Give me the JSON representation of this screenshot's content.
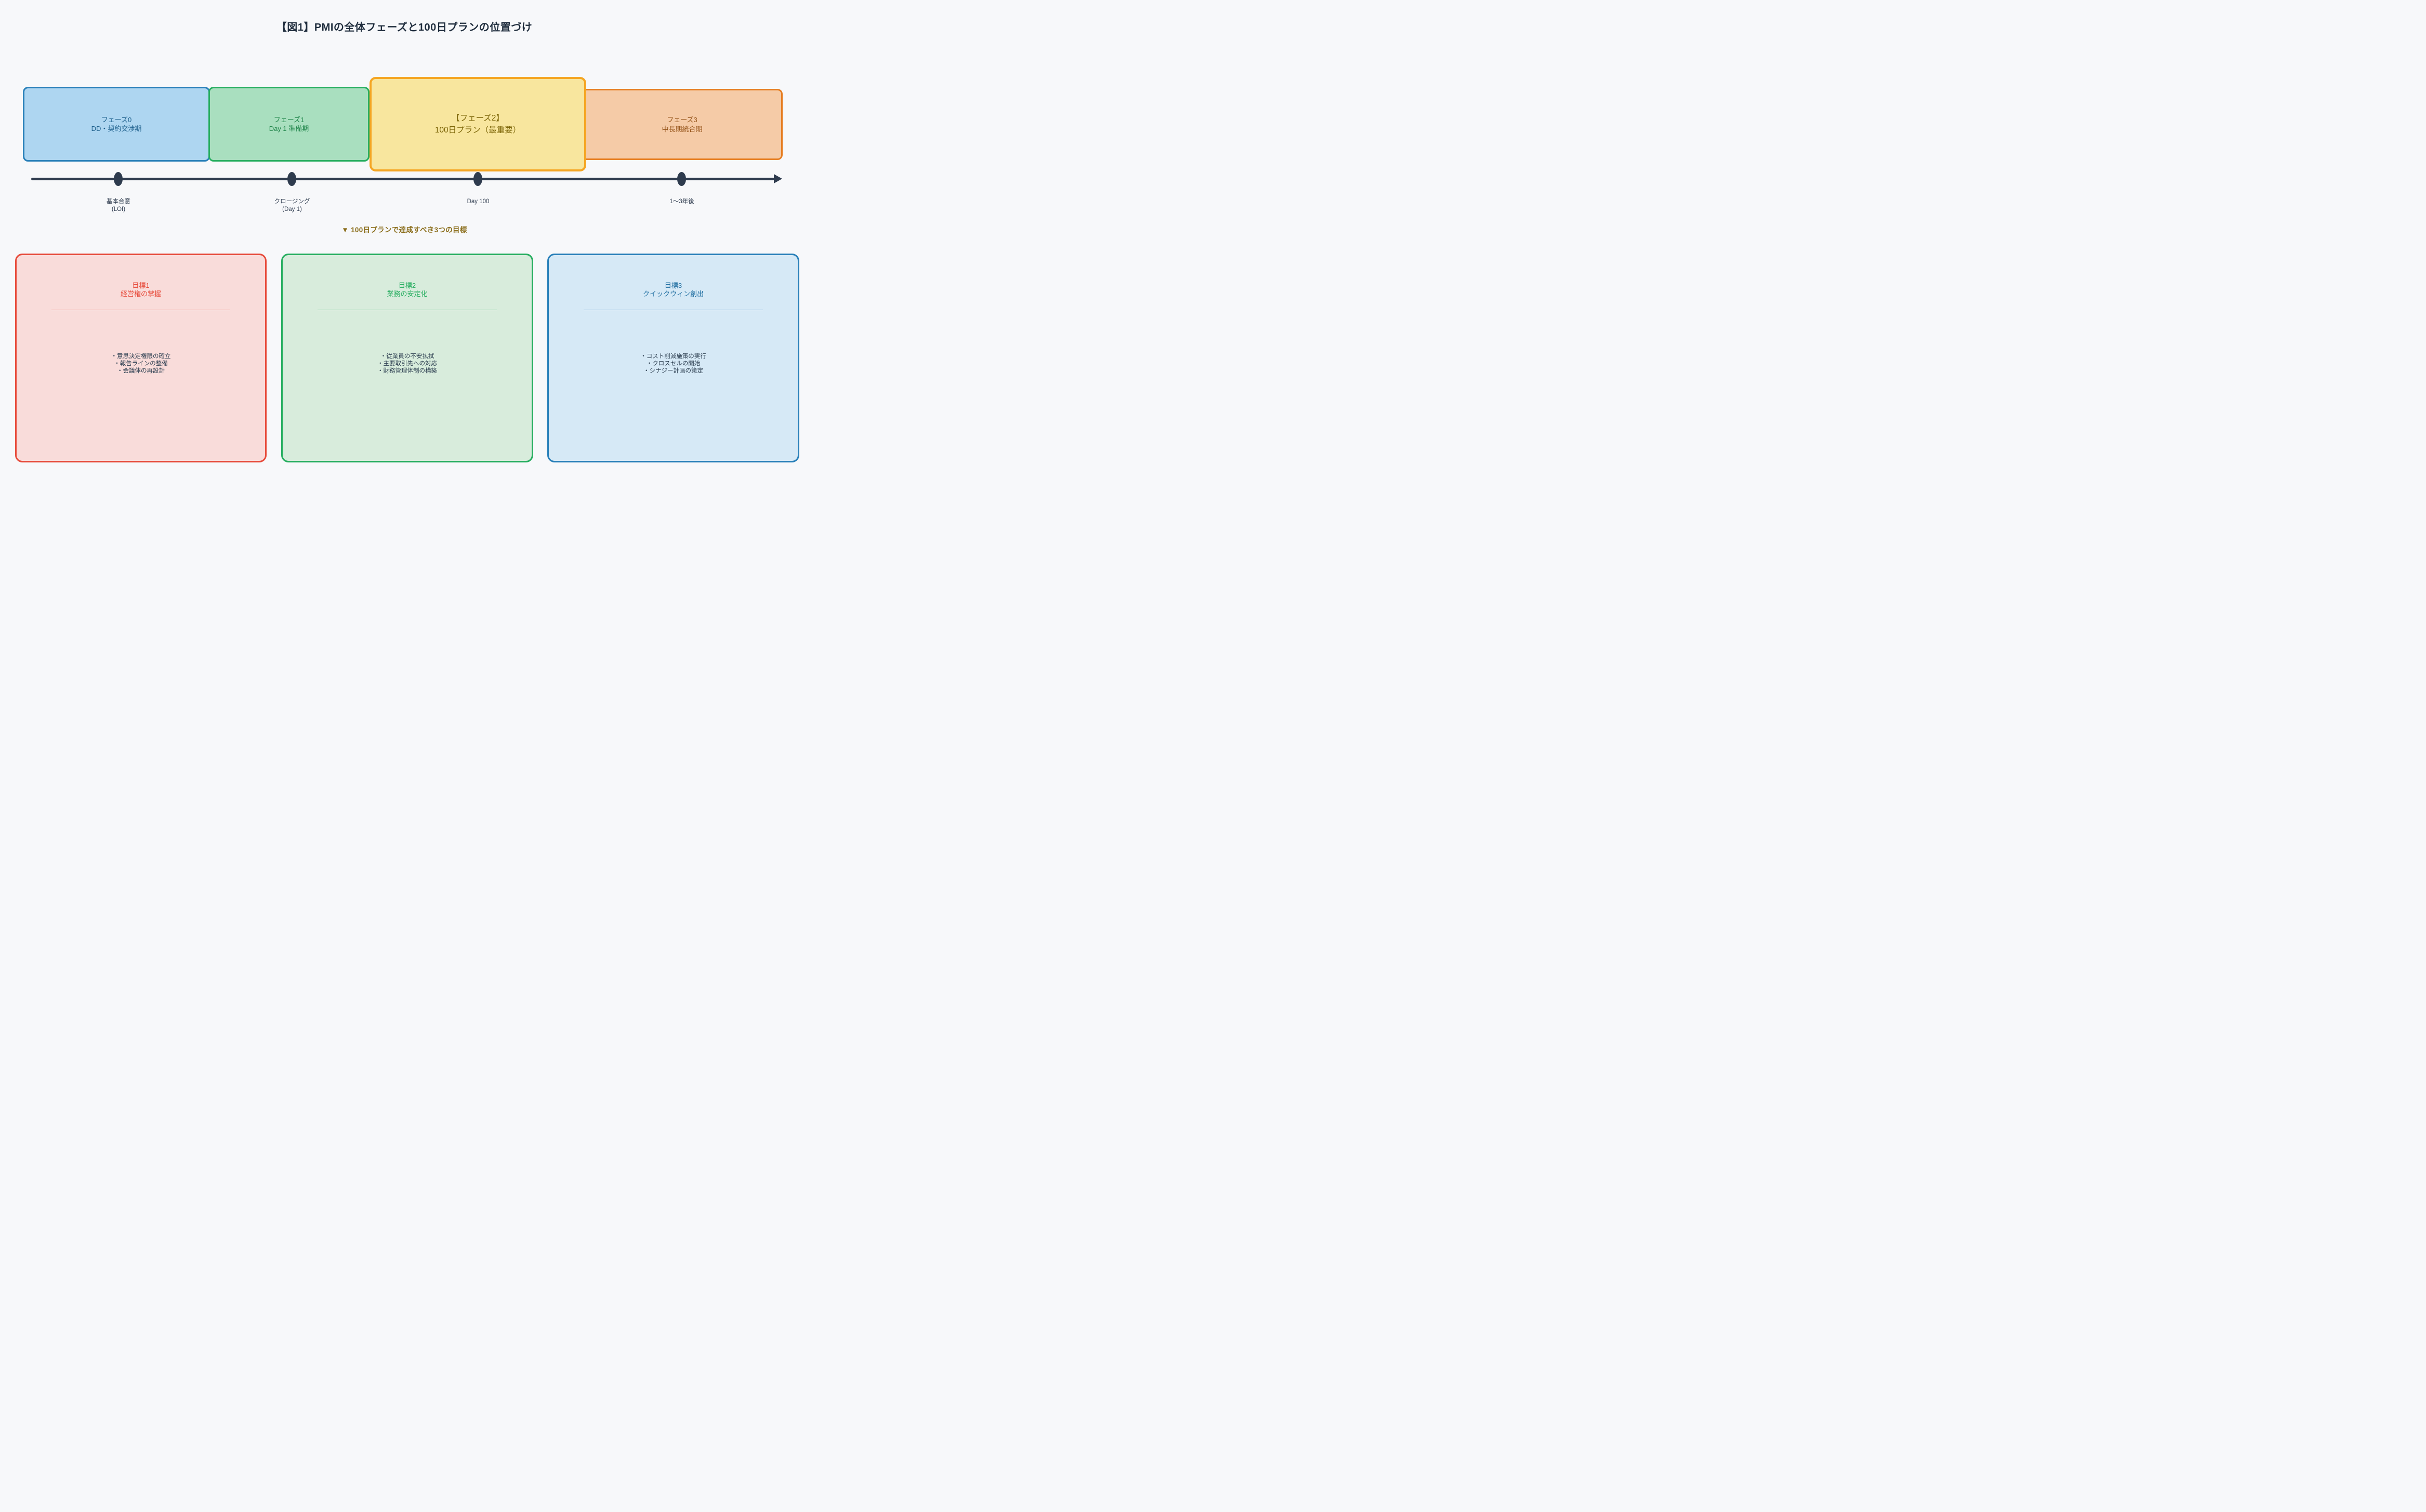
{
  "title": "【図1】PMIの全体フェーズと100日プランの位置づけ",
  "colors": {
    "background": "#f7f8fa",
    "timeline": "#2e3b4e",
    "subtitle_accent": "#8a6d1a",
    "bullet_text": "#2c3e50"
  },
  "phases": [
    {
      "name": "フェーズ0",
      "period": "DD・契約交渉期",
      "fill": "#aed6f1",
      "border": "#2980b9",
      "text": "#1f618d"
    },
    {
      "name": "フェーズ1",
      "period": "Day 1 準備期",
      "fill": "#a9dfbf",
      "border": "#27ae60",
      "text": "#1e8449"
    },
    {
      "name": "【フェーズ2】",
      "period": "100日プラン（最重要）",
      "fill": "#f8e69e",
      "border": "#f5a623",
      "text": "#7d6608",
      "emphasized": true
    },
    {
      "name": "フェーズ3",
      "period": "中長期統合期",
      "fill": "#f5cba7",
      "border": "#e67e22",
      "text": "#935116"
    }
  ],
  "timeline": {
    "milestones": [
      {
        "line1": "基本合意",
        "line2": "(LOI)"
      },
      {
        "line1": "クロージング",
        "line2": "(Day 1)"
      },
      {
        "line1": "Day 100",
        "line2": ""
      },
      {
        "line1": "1〜3年後",
        "line2": ""
      }
    ]
  },
  "subtitle": "▼ 100日プランで達成すべき3つの目標",
  "goals": [
    {
      "title_line1": "目標1",
      "title_line2": "経営権の掌握",
      "accent": "#e74c3c",
      "fill": "#f9dcda",
      "bullets": [
        "・意思決定権限の確立",
        "・報告ラインの整備",
        "・会議体の再設計"
      ]
    },
    {
      "title_line1": "目標2",
      "title_line2": "業務の安定化",
      "accent": "#27ae60",
      "fill": "#d8ecdc",
      "bullets": [
        "・従業員の不安払拭",
        "・主要取引先への対応",
        "・財務管理体制の構築"
      ]
    },
    {
      "title_line1": "目標3",
      "title_line2": "クイックウィン創出",
      "accent": "#2980b9",
      "fill": "#d6e9f6",
      "bullets": [
        "・コスト削減施策の実行",
        "・クロスセルの開始",
        "・シナジー計画の策定"
      ]
    }
  ]
}
